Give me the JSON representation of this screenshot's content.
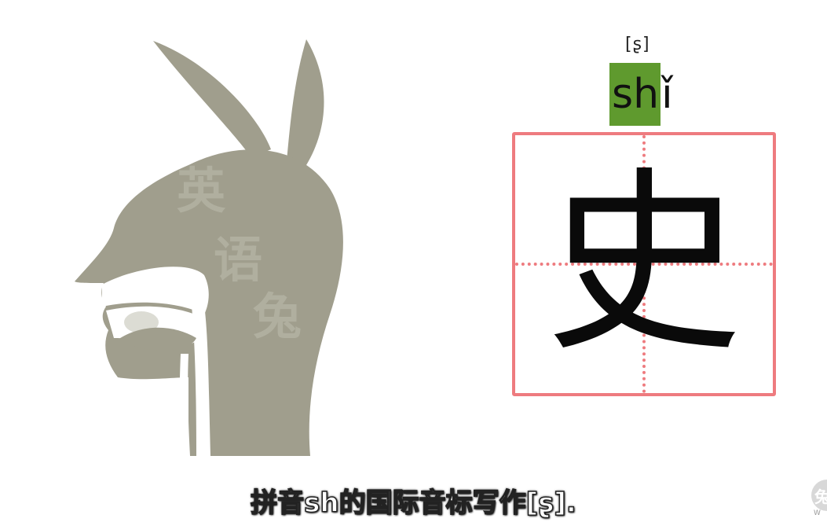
{
  "illustration": {
    "name": "head-cross-section",
    "color": "#a09e8d",
    "watermark_chars": [
      "英",
      "语",
      "兔"
    ]
  },
  "pinyin": {
    "ipa": "[ʂ]",
    "initial": "sh",
    "final": "ǐ",
    "highlight_color": "#5f9a2e"
  },
  "character": {
    "glyph": "史",
    "grid_color": "#ee7b7f"
  },
  "subtitle": {
    "text": "拼音sh的国际音标写作[ʂ]."
  },
  "corner": {
    "logo_char": "兔",
    "text": "W"
  }
}
